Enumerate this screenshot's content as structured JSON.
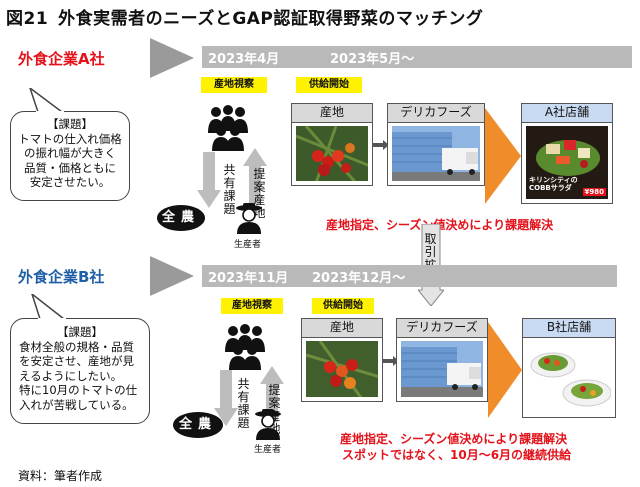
{
  "title": {
    "number": "図21",
    "text": "外食実需者のニーズとGAP認証取得野菜のマッチング"
  },
  "company_a": {
    "name": "外食企業A社",
    "dates": [
      "2023年4月",
      "2023年5月～"
    ],
    "issue_title": "【課題】",
    "issue_lines": [
      "トマトの仕入れ価格",
      "の振れ幅が大きく",
      "品質・価格ともに",
      "安定させたい。"
    ],
    "tag_visit": "産地視察",
    "tag_supply": "供給開始",
    "label_share": "共有課題",
    "label_propose": "提案産地",
    "org": "全農",
    "producer": "生産者",
    "box1": "産地",
    "box2": "デリカフーズ",
    "box3": "A社店舗",
    "menu_caption": [
      "キリンシティの",
      "COBBサラダ"
    ],
    "price": "¥980",
    "result": "産地指定、シーズン値決めにより課題解決"
  },
  "transaction": "取引拡大",
  "company_b": {
    "name": "外食企業B社",
    "dates": [
      "2023年11月",
      "2023年12月～"
    ],
    "issue_title": "【課題】",
    "issue_lines": [
      "食材全般の規格・品質",
      "を安定させ、産地が見",
      "えるようにしたい。",
      "特に10月のトマトの仕",
      "入れが苦戦している。"
    ],
    "tag_visit": "産地視察",
    "tag_supply": "供給開始",
    "label_share": "共有課題",
    "label_propose": "提案産地",
    "org": "全農",
    "producer": "生産者",
    "box1": "産地",
    "box2": "デリカフーズ",
    "box3": "B社店舗",
    "result_lines": [
      "産地指定、シーズン値決めにより課題解決",
      "スポットではなく、10月～6月の継続供給"
    ]
  },
  "footer": "資料：筆者作成",
  "colors": {
    "red": "#e3121b",
    "blue": "#1f5fa8",
    "orange": "#f08c2a",
    "band": "#b9b9b9",
    "yellow": "#fff200"
  }
}
